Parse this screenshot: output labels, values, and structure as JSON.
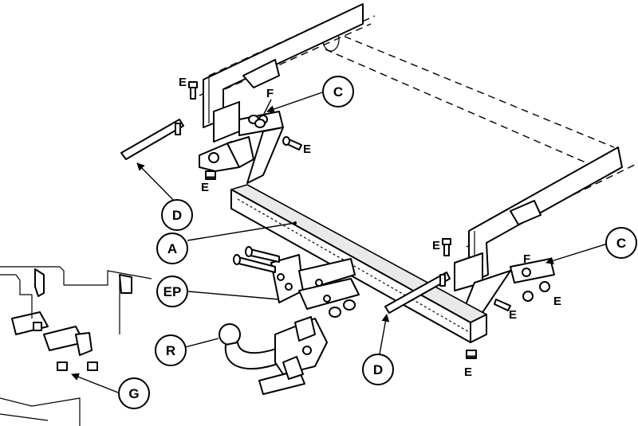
{
  "callouts": {
    "A": "A",
    "C_left": "C",
    "C_right": "C",
    "D_left": "D",
    "D_right": "D",
    "EP": "EP",
    "R": "R",
    "G": "G"
  },
  "tags": {
    "E": "E",
    "F": "F"
  }
}
